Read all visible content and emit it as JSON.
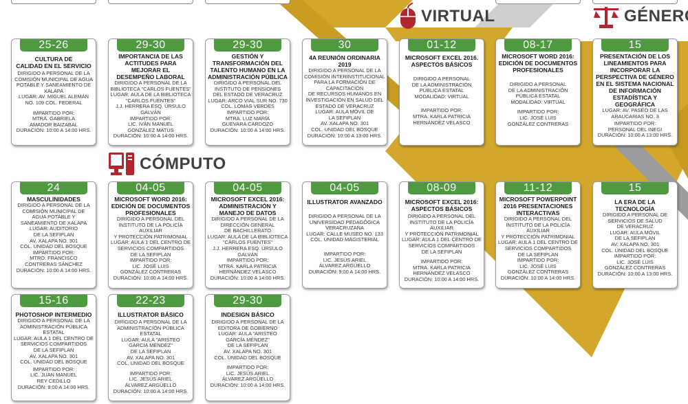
{
  "colors": {
    "accent_green": "#4f9a41",
    "accent_gold": "#d2a72b",
    "accent_red": "#b0272d",
    "card_border": "#9a9a9a"
  },
  "sections": {
    "virtual": {
      "label": "VIRTUAL",
      "icon": "mouse-icon"
    },
    "genero": {
      "label": "GÉNERO",
      "icon": "balance-scale-icon"
    },
    "computo": {
      "label": "CÓMPUTO",
      "icon": "computer-icon"
    }
  },
  "cards": [
    {
      "date": "25-26",
      "title": "CULTURA DE\nCALIDAD EN EL SERVICIO",
      "details": "DIRIGIDO A PERSONAL DE LA\nCOMISIÓN MUNICIPAL DE AGUA\nPOTABLE Y SANEAMIENTO DE XALAPA\nLUGAR: AV. MIGUEL ALEMÁN\nNO. 109 COL. FEDERAL",
      "instructor": "IMPARTIDO POR:\nMTRA. GABRIELA\nAMADOR BAIZABAL",
      "duration": "DURACIÓN: 10:00 A 14:00 HRS."
    },
    {
      "date": "29-30",
      "title": "IMPORTANCIA DE LAS\nACTITUDES PARA\nMEJORAR EL\nDESEMPEÑO LABORAL",
      "details": "DIRIGIDO A PERSONAL DE LA\nBIBLIOTECA \"CARLOS FUENTES\"\nLUGAR: AULA DE LA BIBLIOTECA\n\"CARLOS FUENTES\"\nJ.J. HERRERA ESQ. ÚRSULO GALVÁN",
      "instructor": "IMPARTIDO POR:\nLIC. IVÁN MANUEL\nGONZÁLEZ MATUS",
      "duration": "DURACIÓN: 10:00 A 14:00 HRS."
    },
    {
      "date": "29-30",
      "title": "GESTIÓN Y\nTRANSFORMACIÓN DEL\nTALENTO HUMANO EN LA\nADMINISTRACIÓN PÚBLICA",
      "details": "DIRIGIDO A PERSONAL DEL\nINSTITUTO DE PENSIONES\nDEL ESTADO DE VERACRUZ\nLUGAR: ARCO VIAL SUR NO. 730\nCOL. LOMAS VERDES",
      "instructor": "IMPARTIDO POR:\nMTRA. LUZ MARÍA\nGUEVARA CARDOZO",
      "duration": "DURACIÓN: 10:00 A 14:00 HRS."
    },
    {
      "date": "30",
      "title": "4A REUNIÓN ORDINARIA\n2019",
      "details": "DIRIGIDO A PERSONAL DE LA\nCOMISIÓN INTERINSTITUCIONAL\nPARA LA FORMACIÓN DE CAPACITACIÓN\nDE RECURSOS HUMANOS EN\nINVESTIGACIÓN EN SALUD DEL\nESTADO DE VERACRUZ\nLUGAR: AULA MÓVIL DE\nLA SEFIPLAN\nAV. XALAPA NO. 301\nCOL. UNIDAD DEL BOSQUE",
      "instructor": "",
      "duration": "DURACIÓN: 10:00 A 13:00 HRS."
    },
    {
      "date": "01-12",
      "title": "MICROSOFT  EXCEL 2016.\nASPECTOS BÁSICOS",
      "details": "DIRIGIDO A PERSONAL\nDE LA ADMINISTRACIÓN\nPÚBLICA ESTATAL\nMODALIDAD: VIRTUAL",
      "instructor": "IMPARTIDO POR:\nMTRA. KARLA PATRICIA\nHERNÁNDEZ VELASCO",
      "duration": ""
    },
    {
      "date": "08-17",
      "title": "MICROSOFT WORD 2016:\nEDICIÓN DE DOCUMENTOS\nPROFESIONALES",
      "details": "DIRIGIDO A PERSONAL\nDE LA ADMINISTRACIÓN\nPÚBLICA ESTATAL\nMODALIDAD: VIRTUAL",
      "instructor": "IMPARTIDO POR:\nLIC. JOSÉ LUIS\nGONZÁLEZ CONTRERAS",
      "duration": ""
    },
    {
      "date": "15",
      "title": "PRESENTACIÓN DE LOS\nLINEAMIENTOS PARA\nINCORPORAR LA\nPERSPECTIVA DE GÉNERO\nEN EL SISTEMA NACIONAL\nDE INFORMACIÓN\nESTADÍSTICA Y GEOGRÁFICA",
      "details": "LUGAR: AV. PASEO DE LAS\nARAUCARIAS NO. 3",
      "instructor": "IMPARTIDO POR:\nPERSONAL DEL INEGI",
      "duration": "DURACIÓN: 10:00 A 13:00 HRS."
    },
    {
      "date": "24",
      "title": "MASCULINIDADES",
      "details": "DIRIGIDO A PERSONAL DE LA\nCOMISIÓN MUNICIPAL DE\nAGUA POTABLE Y\nSANEAMIENTO DE XALAPA\nLUGAR: AUDITORIO\nDE LA SEFIPLAN\nAV. XALAPA NO. 301\nCOL. UNIDAD DEL BOSQUE",
      "instructor": "IMPARTIDO POR:\nMTRO. FRANCISCO\nCONTRERAS SÁNCHEZ",
      "duration": "DURACIÓN: 10:00 A 14:00 HRS."
    },
    {
      "date": "04-05",
      "title": "MICROSOFT WORD 2016:\nEDICIÓN DE DOCUMENTOS\nPROFESIONALES",
      "details": "DIRIGIDO A PERSONAL DEL\nINSTITUTO DE LA POLICÍA AUXILIAR\nY PROTECCIÓN PATRIMONIAL\nLUGAR: AULA 1  DEL CENTRO DE\nSERVICIOS COMPARTIDOS\nDE LA SEFIPLAN",
      "instructor": "IMPARTIDO POR:\nLIC. JOSÉ LUIS\nGONZÁLEZ CONTRERAS",
      "duration": "DURACIÓN: 10:00 A 14:00 HRS."
    },
    {
      "date": "04-05",
      "title": "MICROSOFT EXCEL 2016:\nADMINISTRACIÓN Y\nMANEJO DE DATOS",
      "details": "DIRIGIDO A PERSONAL DE LA\nDIRECCIÓN GENERAL\nDE BACHILLERATO\nLUGAR: AULA DE LA BIBLIOTECA\n\"CARLOS FUENTES\"\nJ.J. HERRERA ESQ. ÚRSULO GALVÁN",
      "instructor": "IMPARTIDO POR:\nMTRA. KARLA PATRICIA\nHERNÁNDEZ VELASCO",
      "duration": "DURACIÓN: 10:00 A 14:00 HRS."
    },
    {
      "date": "04-05",
      "title": "ILLUSTRATOR AVANZADO",
      "details": "DIRIGIDO A PERSONAL DE LA\nUNIVERSIDAD PEDAGÓGICA\nVERACRUZANA\nLUGAR: CALLE MUSEO NO. 133\nCOL. UNIDAD MAGISTERIAL",
      "instructor": "IMPARTIDO POR:\nLIC. JESÚS ARIEL\nÁLVAREZ ARGÜELLO",
      "duration": "DURACIÓN: 9:00 A 14:00 HRS."
    },
    {
      "date": "08-09",
      "title": "MICROSOFT EXCEL 2016:\nASPECTOS BÁSICOS",
      "details": "DIRIGIDO A PERSONAL DEL\nINSTITUTO DE LA POLICÍA AUXILIAR\nY PROTECCIÓN PATRIMONIAL\nLUGAR: AULA 1  DEL CENTRO DE\nSERVICIOS COMPARTIDOS\nDE LA SEFIPLAN",
      "instructor": "IMPARTIDO POR:\nMTRA. KARLA PATRICIA\nHERNÁNDEZ VELASCO",
      "duration": "DURACIÓN: 10:00 A 14:00 HRS."
    },
    {
      "date": "11-12",
      "title": "MICROSOFT POWERPOINT\n2016 PRESENTACIONES\nINTERACTIVAS",
      "details": "DIRIGIDO A PERSONAL DEL\nINSTITUTO DE LA POLICÍA AUXILIAR\nY PROTECCIÓN PATRIMONIAL\nLUGAR: AULA 1  DEL CENTRO DE\nSERVICIOS COMPARTIDOS\nDE LA SEFIPLAN",
      "instructor": "IMPARTIDO POR:\nLIC. JOSÉ LUIS\nGONZÁLEZ CONTRERAS",
      "duration": "DURACIÓN: 10:00 A 14:00 HRS."
    },
    {
      "date": "15",
      "title": "LA ERA DE LA\nTECNOLOGÍA",
      "details": "DIRIGIDO A PERSONAL DE\nSERVICIOS DE SALUD\nDE VERACRUZ\nLUGAR: AULA MÓVIL\nDE LA SEFIPLAN\nAV. XALAPA NO. 301\nCOL. UNIDAD DEL BOSQUE",
      "instructor": "IMPARTIDO POR:\nLIC. JOSÉ LUIS\nGONZÁLEZ CONTRERAS",
      "duration": "DURACIÓN: 10:00 A 13:00 HRS."
    },
    {
      "date": "15-16",
      "title": "PHOTOSHOP INTERMEDIO",
      "details": "DIRIGIDO A PERSONAL DE LA\nADMINISTRACIÓN PÚBLICA ESTATAL\nLUGAR: AULA 1  DEL CENTRO DE\nSERVICIOS COMPARTIDOS\nDE LA SEFIPLAN\nAV. XALAPA NO. 301\nCOL. UNIDAD DEL BOSQUE",
      "instructor": "IMPARTIDO POR:\nLIC. JUAN MANUEL\nREY CEDILLO",
      "duration": "DURACIÓN: 9:00 A 14:00 HRS."
    },
    {
      "date": "22-23",
      "title": "ILLUSTRATOR BÁSICO",
      "details": "DIRIGIDO A PERSONAL DE LA\nADMINISTRACIÓN PÚBLICA ESTATAL\nLUGAR: AULA \"ARISTEO\nGARCÍA MÉNDEZ\"\nDE LA SEFIPLAN\nAV. XALAPA NO. 301\nCOL. UNIDAD DEL BOSQUE",
      "instructor": "IMPARTIDO POR:\nLIC. JESÚS ARIEL\nÁLVAREZ ARGÜELLO",
      "duration": "DURACIÓN: 10:00 A 14:00 HRS."
    },
    {
      "date": "29-30",
      "title": "INDESIGN BÁSICO",
      "details": "DIRIGIDO A PERSONAL DE LA\nEDITORA DE GOBIERNO\nLUGAR: AULA \"ARISTEO\nGARCÍA MÉNDEZ\"\nDE LA SEFIPLAN\nAV. XALAPA NO. 301\nCOL. UNIDAD DEL BOSQUE",
      "instructor": "IMPARTIDO POR:\nLIC. JESÚS ARIEL\nÁLVAREZ ARGÜELLO",
      "duration": "DURACIÓN: 10:00 A 14:00 HRS."
    }
  ]
}
